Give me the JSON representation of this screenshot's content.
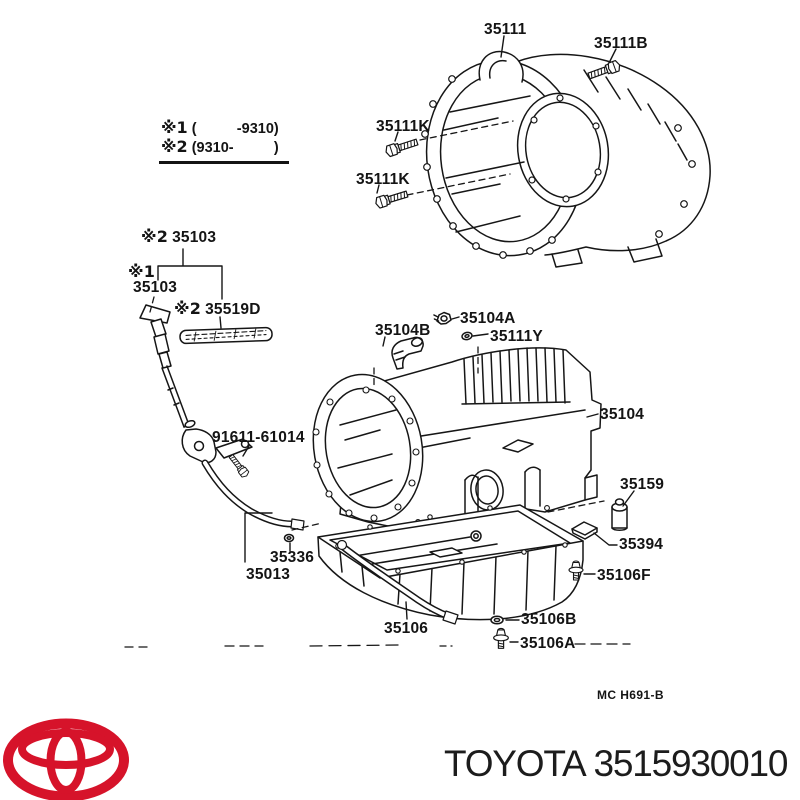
{
  "refs": {
    "r1": "※1",
    "r2": "※2"
  },
  "notes": {
    "line1_ref": "※1",
    "line1_range": "(          -9310)",
    "line2_ref": "※2",
    "line2_range": "(9310-          )"
  },
  "callouts": {
    "c35111": "35111",
    "c35111B": "35111B",
    "c35111K": "35111K",
    "c35103": "35103",
    "c35519D": "35519D",
    "c35104B": "35104B",
    "c35104A": "35104A",
    "c35111Y": "35111Y",
    "c35104": "35104",
    "c91611": "91611-61014",
    "c35336": "35336",
    "c35013": "35013",
    "c35106": "35106",
    "c35159": "35159",
    "c35394": "35394",
    "c35106F": "35106F",
    "c35106B": "35106B",
    "c35106A": "35106A"
  },
  "footer": {
    "doc_code": "MC H691-B",
    "brand": "TOYOTA",
    "part_number": "3515930010",
    "logo": "toyota-emblem"
  },
  "colors": {
    "line": "#161616",
    "brand_red": "#d6132a",
    "background": "#ffffff"
  }
}
